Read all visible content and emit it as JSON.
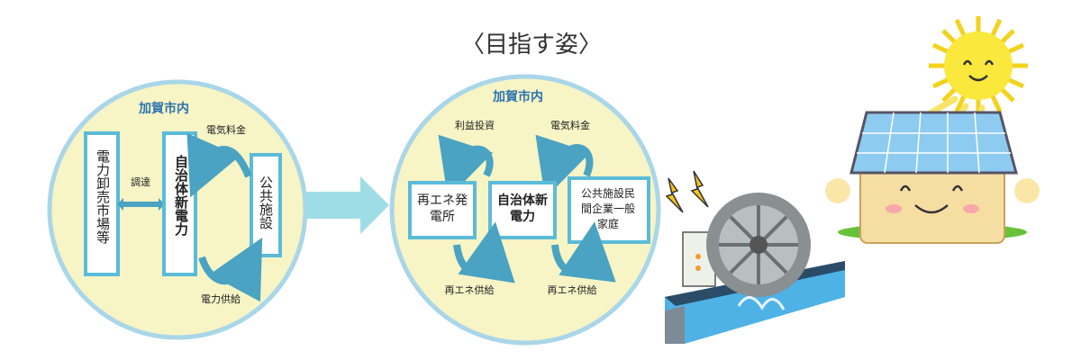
{
  "heading": "〈目指す姿〉",
  "current": {
    "region_label": "加賀市内",
    "market_label": "電力卸売市場等",
    "procure_label": "調達",
    "company_label": "自治体新電力",
    "charge_label": "電気料金",
    "public_label": "公共施設",
    "supply_label": "電力供給"
  },
  "target": {
    "region_label": "加賀市内",
    "profit_label": "利益投資",
    "charge_label": "電気料金",
    "renew_plant_label": "再エネ発電所",
    "company_label": "自治体新電力",
    "customers_label": "公共施設民間企業一般家庭",
    "renew_supply_left": "再エネ供給",
    "renew_supply_right": "再エネ供給"
  },
  "colors": {
    "circle_fill": "#f7f4c5",
    "circle_stroke": "#a9d6e8",
    "box_stroke": "#5bbbd9",
    "cycle_arrow": "#4aa3c2",
    "region_text": "#2c74b0",
    "big_arrow": "#9fdde6"
  },
  "icons": [
    "lightning-icon",
    "water-wheel-generator-icon",
    "sun-icon",
    "solar-house-icon"
  ]
}
